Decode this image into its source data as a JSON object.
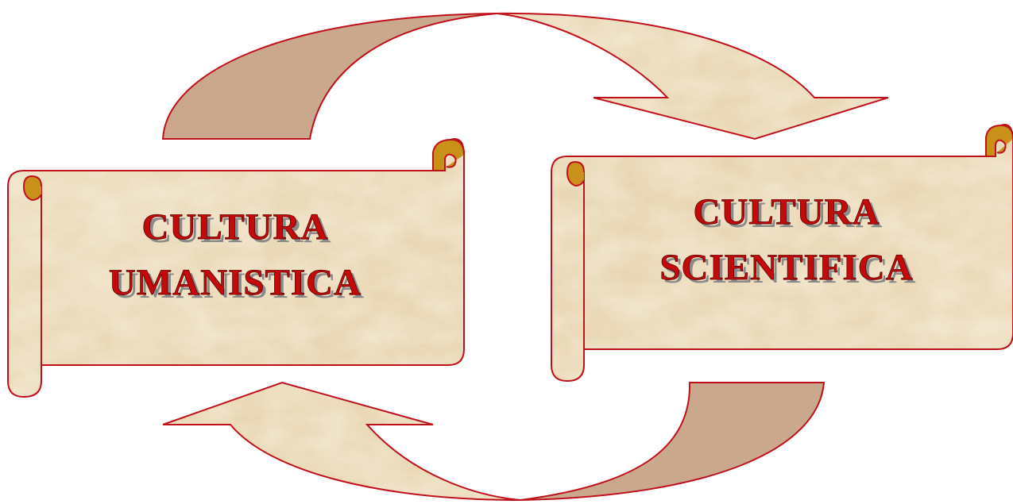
{
  "scrolls": {
    "left": {
      "line1": "CULTURA",
      "line2": "UMANISTICA"
    },
    "right": {
      "line1": "CULTURA",
      "line2": "SCIENTIFICA"
    }
  },
  "colors": {
    "parchment_light": "#efe0c2",
    "parchment_mid": "#e6d2ac",
    "parchment_dark": "#d8c092",
    "outline": "#c0101a",
    "curl_gold": "#c9911a",
    "arrow_back_face": "#c9a88d",
    "text": "#c40a0a"
  }
}
